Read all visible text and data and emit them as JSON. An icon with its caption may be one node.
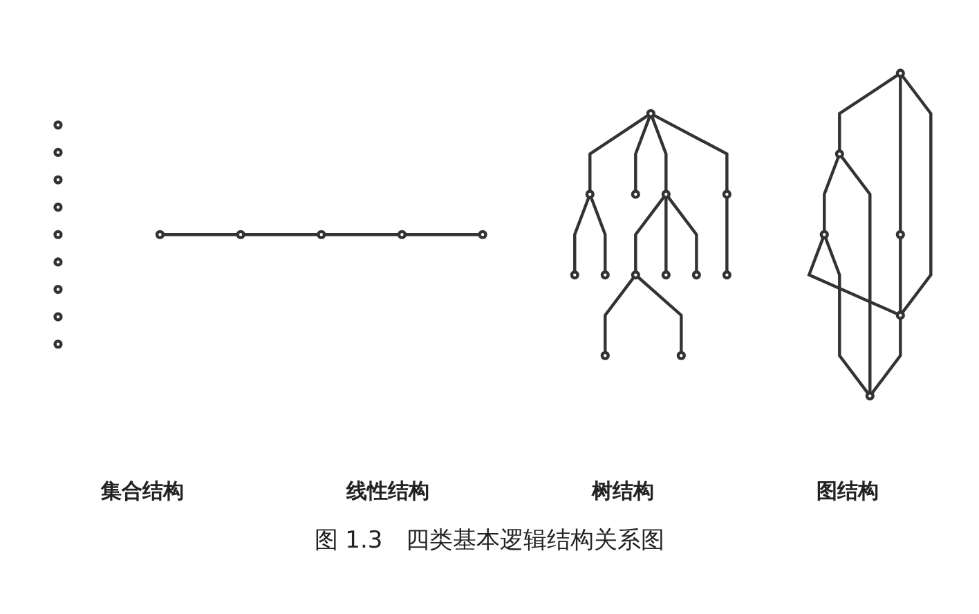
{
  "diagram": {
    "caption": "图 1.3　四类基本逻辑结构关系图",
    "nodes": [
      {
        "text": [],
        "shape": "circle"
      },
      {
        "text": [],
        "shape": "circle"
      },
      {
        "text": [],
        "shape": "circle"
      },
      {
        "text": [],
        "shape": "circle"
      },
      {
        "text": [],
        "shape": "circle"
      },
      {
        "text": [],
        "shape": "circle"
      },
      {
        "text": [],
        "shape": "circle"
      },
      {
        "text": [],
        "shape": "circle"
      },
      {
        "text": [],
        "shape": "circle"
      },
      {
        "text": [],
        "shape": "circle"
      },
      {
        "text": [],
        "shape": "circle"
      },
      {
        "text": [],
        "shape": "circle"
      },
      {
        "text": [],
        "shape": "circle"
      },
      {
        "text": [],
        "shape": "circle"
      },
      {
        "text": [],
        "shape": "circle"
      },
      {
        "text": [],
        "shape": "circle"
      },
      {
        "text": [],
        "shape": "circle"
      },
      {
        "text": [],
        "shape": "circle"
      },
      {
        "text": [],
        "shape": "circle"
      },
      {
        "text": [],
        "shape": "circle"
      },
      {
        "text": [],
        "shape": "circle"
      },
      {
        "text": [],
        "shape": "circle"
      },
      {
        "text": [],
        "shape": "circle"
      },
      {
        "text": [],
        "shape": "circle"
      },
      {
        "text": [],
        "shape": "circle"
      },
      {
        "text": [],
        "shape": "circle"
      },
      {
        "text": [],
        "shape": "circle"
      },
      {
        "text": [],
        "shape": "circle"
      },
      {
        "text": [],
        "shape": "circle"
      },
      {
        "text": [],
        "shape": "circle"
      },
      {
        "text": [],
        "shape": "circle"
      },
      {
        "text": [],
        "shape": "circle"
      },
      {
        "text": [],
        "shape": "circle"
      }
    ],
    "edges": [
      {
        "from": 9,
        "to": 10,
        "arrow": "none"
      },
      {
        "from": 10,
        "to": 11,
        "arrow": "none"
      },
      {
        "from": 11,
        "to": 12,
        "arrow": "none"
      },
      {
        "from": 12,
        "to": 13,
        "arrow": "none"
      },
      {
        "from": 14,
        "to": 15,
        "arrow": "none"
      },
      {
        "from": 14,
        "to": 16,
        "arrow": "none"
      },
      {
        "from": 14,
        "to": 17,
        "arrow": "none"
      },
      {
        "from": 14,
        "to": 18,
        "arrow": "none"
      },
      {
        "from": 15,
        "to": 19,
        "arrow": "none"
      },
      {
        "from": 15,
        "to": 20,
        "arrow": "none"
      },
      {
        "from": 17,
        "to": 21,
        "arrow": "none"
      },
      {
        "from": 17,
        "to": 22,
        "arrow": "none"
      },
      {
        "from": 17,
        "to": 23,
        "arrow": "none"
      },
      {
        "from": 18,
        "to": 24,
        "arrow": "none"
      },
      {
        "from": 21,
        "to": 25,
        "arrow": "none"
      },
      {
        "from": 21,
        "to": 26,
        "arrow": "none"
      },
      {
        "from": 27,
        "to": 28,
        "arrow": "none"
      },
      {
        "from": 27,
        "to": 29,
        "arrow": "none"
      },
      {
        "from": 27,
        "to": 31,
        "arrow": "none"
      },
      {
        "from": 29,
        "to": 31,
        "arrow": "none"
      },
      {
        "from": 28,
        "to": 30,
        "arrow": "none"
      },
      {
        "from": 28,
        "to": 32,
        "arrow": "none"
      },
      {
        "from": 30,
        "to": 31,
        "arrow": "none"
      },
      {
        "from": 30,
        "to": 32,
        "arrow": "none"
      },
      {
        "from": 31,
        "to": 32,
        "arrow": "none"
      }
    ],
    "labels": [
      "集合结构",
      "线性结构",
      "树结构",
      "图结构"
    ]
  }
}
